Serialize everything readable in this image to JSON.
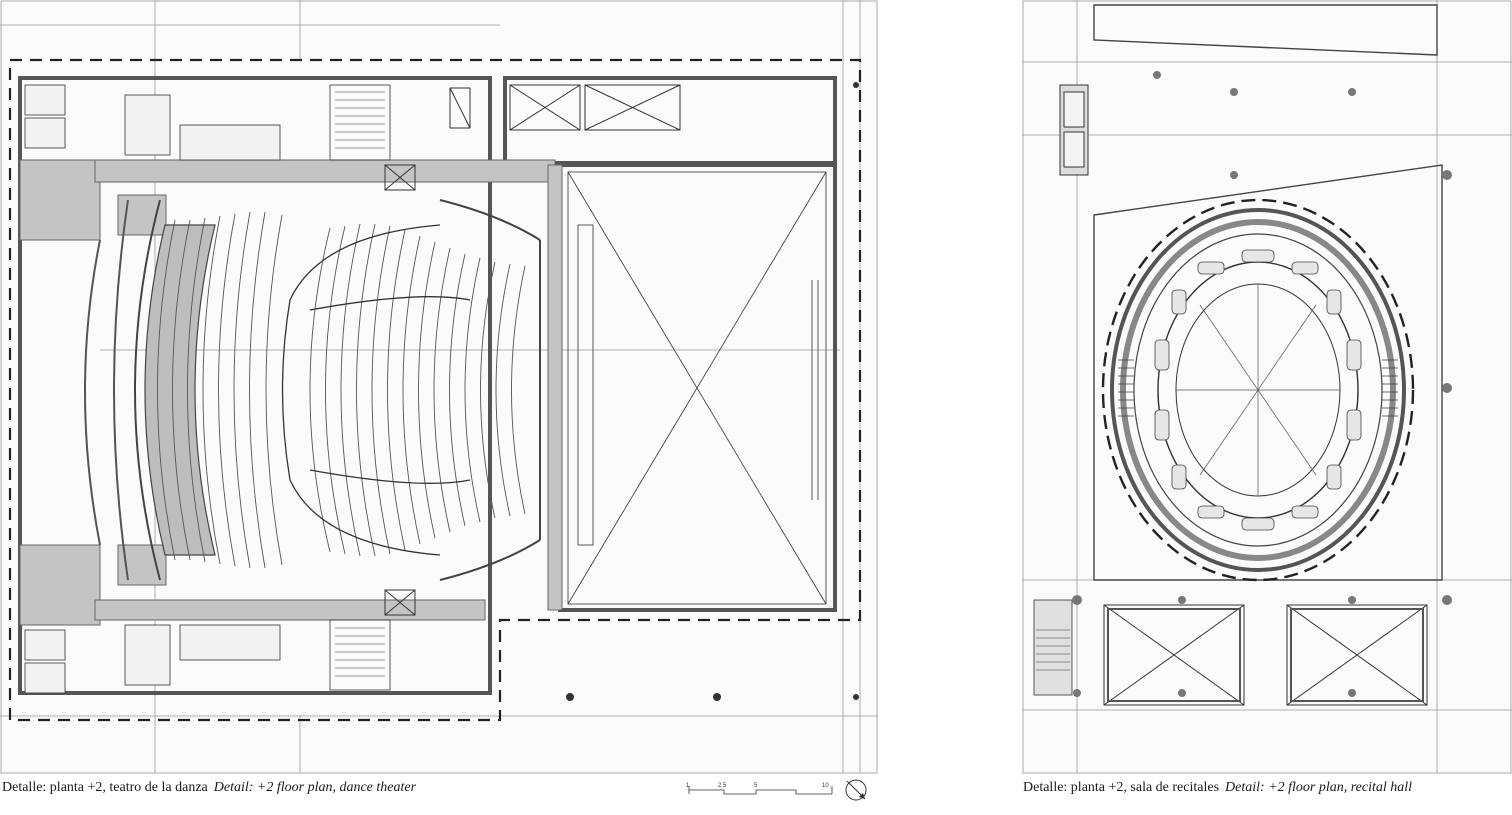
{
  "figures": [
    {
      "id": "dance-theater",
      "caption_es": "Detalle: planta +2, teatro de la danza",
      "caption_en": "Detail: +2 floor plan, dance theater"
    },
    {
      "id": "recital-hall",
      "caption_es": "Detalle: planta +2, sala de recitales",
      "caption_en": "Detail: +2 floor plan, recital hall"
    }
  ],
  "scale_bar": {
    "ticks": [
      "1",
      "2.5",
      "5",
      "10"
    ]
  },
  "north_arrow": {
    "icon": "north-arrow-icon"
  },
  "colors": {
    "line": "#2a2a2a",
    "wall": "#8a8a8a",
    "fill": "#c8c8c8",
    "background": "#ffffff"
  }
}
